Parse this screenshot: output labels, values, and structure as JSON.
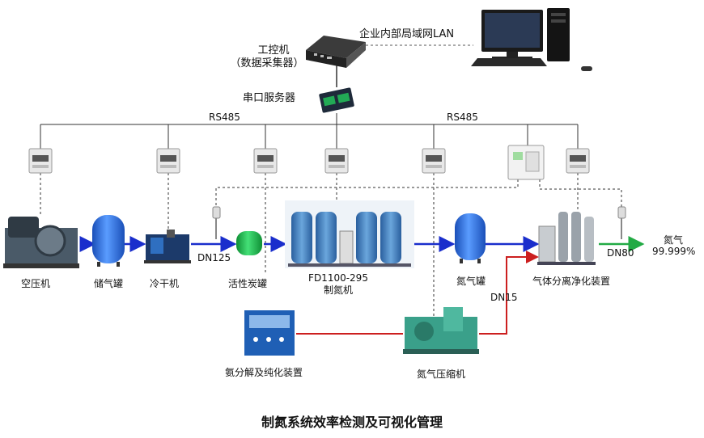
{
  "title": "制氮系统效率检测及可视化管理",
  "network": {
    "lan": "企业内部局域网LAN",
    "ipc": "工控机",
    "ipc_sub": "（数据采集器）",
    "serial_server": "串口服务器",
    "bus_left": "RS485",
    "bus_right": "RS485"
  },
  "equipment": {
    "air_compressor": "空压机",
    "air_tank": "储气罐",
    "dryer": "冷干机",
    "carbon_tank": "活性炭罐",
    "generator_model": "FD1100-295",
    "generator": "制氮机",
    "nitrogen_tank": "氮气罐",
    "purifier": "气体分离净化装置",
    "ammonia_unit": "氨分解及纯化装置",
    "compressor": "氮气压缩机"
  },
  "pipes": {
    "dn125": "DN125",
    "dn80": "DN80",
    "dn15": "DN15"
  },
  "output": {
    "gas": "氮气",
    "purity": "99.999%"
  },
  "colors": {
    "main_line": "#1a2ecc",
    "red_line": "#cc1f1f",
    "green_line": "#22aa44",
    "bus": "#333333",
    "tank": "#2b6fe0",
    "carbon": "#1fbf4f"
  }
}
